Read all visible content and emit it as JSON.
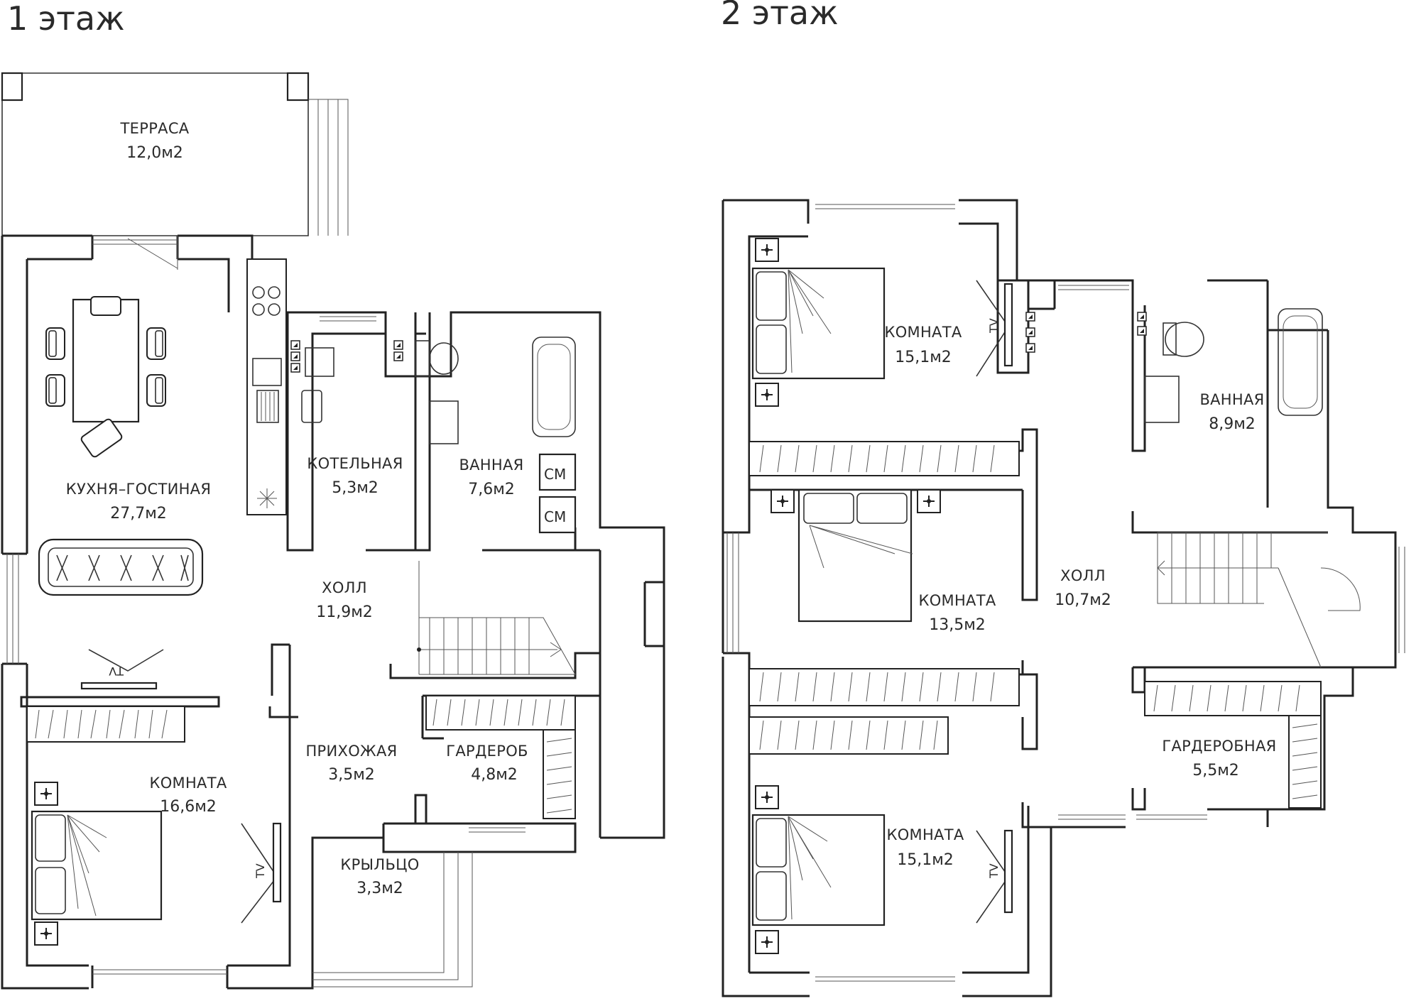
{
  "floors": [
    {
      "title": "1 этаж",
      "rooms": {
        "terrace": {
          "name": "ТЕРРАСА",
          "area": "12,0м2"
        },
        "kitchen": {
          "name": "КУХНЯ–ГОСТИНАЯ",
          "area": "27,7м2"
        },
        "boiler": {
          "name": "КОТЕЛЬНАЯ",
          "area": "5,3м2"
        },
        "bath": {
          "name": "ВАННАЯ",
          "area": "7,6м2"
        },
        "hall": {
          "name": "ХОЛЛ",
          "area": "11,9м2"
        },
        "entry": {
          "name": "ПРИХОЖАЯ",
          "area": "3,5м2"
        },
        "wardrobe": {
          "name": "ГАРДЕРОБ",
          "area": "4,8м2"
        },
        "porch": {
          "name": "КРЫЛЬЦО",
          "area": "3,3м2"
        },
        "room": {
          "name": "КОМНАТА",
          "area": "16,6м2"
        }
      },
      "labels": {
        "washer1": "СМ",
        "washer2": "СМ",
        "tv1": "TV",
        "tv2": "TV"
      }
    },
    {
      "title": "2 этаж",
      "rooms": {
        "room1": {
          "name": "КОМНАТА",
          "area": "15,1м2"
        },
        "bath": {
          "name": "ВАННАЯ",
          "area": "8,9м2"
        },
        "room2": {
          "name": "КОМНАТА",
          "area": "13,5м2"
        },
        "hall": {
          "name": "ХОЛЛ",
          "area": "10,7м2"
        },
        "wardrobe": {
          "name": "ГАРДЕРОБНАЯ",
          "area": "5,5м2"
        },
        "room3": {
          "name": "КОМНАТА",
          "area": "15,1м2"
        }
      },
      "labels": {
        "tv1": "TV",
        "tv2": "TV"
      }
    }
  ]
}
